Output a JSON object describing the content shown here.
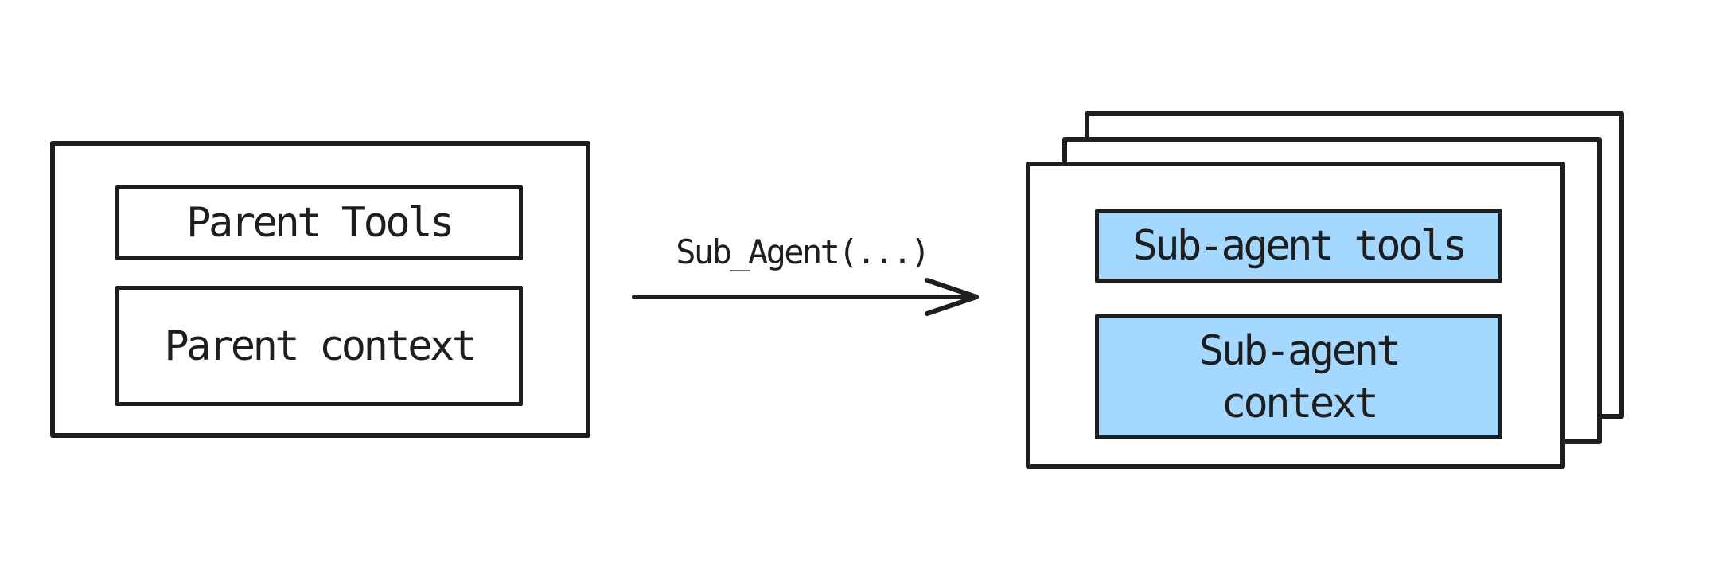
{
  "diagram": {
    "parent_card": {
      "tools_label": "Parent Tools",
      "context_label": "Parent context"
    },
    "arrow": {
      "label": "Sub_Agent(...)",
      "direction": "right"
    },
    "subagent_card": {
      "tools_label": "Sub-agent tools",
      "context_label": "Sub-agent context",
      "stacked_copies": 3
    },
    "colors": {
      "stroke": "#1e1e1e",
      "subagent_fill": "#a5d8ff",
      "background": "#ffffff"
    }
  }
}
